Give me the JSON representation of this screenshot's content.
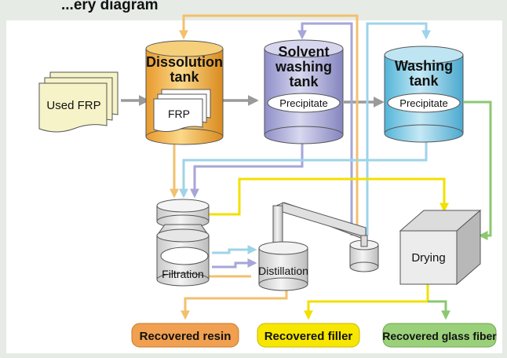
{
  "heading": "...ery diagram",
  "nodes": {
    "used_frp": "Used FRP",
    "dissolution_tank_line1": "Dissolution",
    "dissolution_tank_line2": "tank",
    "dissolution_content": "FRP",
    "solvent_tank_line1": "Solvent",
    "solvent_tank_line2": "washing",
    "solvent_tank_line3": "tank",
    "solvent_content": "Precipitate",
    "washing_tank_line1": "Washing",
    "washing_tank_line2": "tank",
    "washing_content": "Precipitate",
    "filtration": "Filtration",
    "distillation": "Distillation",
    "drying": "Drying"
  },
  "outputs": {
    "resin": "Recovered resin",
    "filler": "Recovered filler",
    "glass_fiber": "Recovered glass fiber"
  },
  "colors": {
    "background": "#e6ebe6",
    "panel": "#ffffff",
    "orange_flow": "#f2c06e",
    "blue_flow": "#9fd3e8",
    "purple_flow": "#a6a6d8",
    "yellow_flow": "#f2e000",
    "green_flow": "#8cc872",
    "gray_flow": "#9a9a9a",
    "resin_box": "#f0a050",
    "filler_box": "#f7e600",
    "glass_box": "#9bd07a"
  }
}
